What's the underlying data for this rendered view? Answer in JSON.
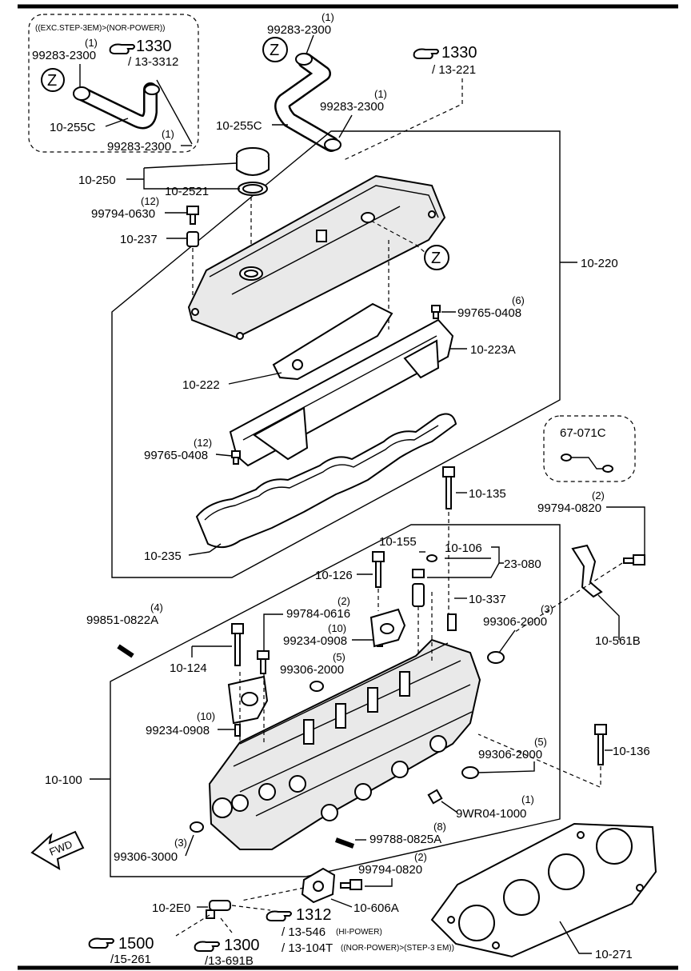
{
  "callouts": {
    "exc_note": "((EXC.STEP-3EM)>(NOR-POWER))",
    "p99283_a_qty": "(1)",
    "p99283_a": "99283-2300",
    "ref1330_a": "1330",
    "ref1330_a_sub": "/ 13-3312",
    "p10255c_a": "10-255C",
    "p99283_b_qty": "(1)",
    "p99283_b": "99283-2300",
    "z_a": "Z",
    "p99283_c_qty": "(1)",
    "p99283_c": "99283-2300",
    "z_b": "Z",
    "ref1330_b": "1330",
    "ref1330_b_sub": "/ 13-221",
    "p99283_d_qty": "(1)",
    "p99283_d": "99283-2300",
    "p10255c_b": "10-255C",
    "p10250": "10-250",
    "p102521": "10-2521",
    "p99794_0630_qty": "(12)",
    "p99794_0630": "99794-0630",
    "p10237": "10-237",
    "z_c": "Z",
    "p10220": "10-220",
    "p99765_a_qty": "(6)",
    "p99765_a": "99765-0408",
    "p10223a": "10-223A",
    "p10222": "10-222",
    "p99765_b_qty": "(12)",
    "p99765_b": "99765-0408",
    "p10235": "10-235",
    "p67071c": "67-071C",
    "p10135": "10-135",
    "p99794_0820_a_qty": "(2)",
    "p99794_0820_a": "99794-0820",
    "p10155": "10-155",
    "p10106": "10-106",
    "p23080": "23-080",
    "p10126": "10-126",
    "p10337": "10-337",
    "p99306_a_qty": "(3)",
    "p99306_a": "99306-2000",
    "p99851_qty": "(4)",
    "p99851": "99851-0822A",
    "p99784_qty": "(2)",
    "p99784": "99784-0616",
    "p99234_a_qty": "(10)",
    "p99234_a": "99234-0908",
    "p10561b": "10-561B",
    "p10124": "10-124",
    "p99306_b_qty": "(5)",
    "p99306_b": "99306-2000",
    "p99234_b_qty": "(10)",
    "p99234_b": "99234-0908",
    "p10136": "10-136",
    "p99306_c_qty": "(5)",
    "p99306_c": "99306-2000",
    "p10100": "10-100",
    "p9wr04_qty": "(1)",
    "p9wr04": "9WR04-1000",
    "p99788_qty": "(8)",
    "p99788": "99788-0825A",
    "p99306_d_qty": "(3)",
    "p99306_d": "99306-3000",
    "p99794_0820_b_qty": "(2)",
    "p99794_0820_b": "99794-0820",
    "fwd": "FWD",
    "p10606a": "10-606A",
    "p102e0": "10-2E0",
    "ref1312": "1312",
    "ref1312_sub1": "/ 13-546",
    "ref1312_sub1_note": "(HI-POWER)",
    "ref1312_sub2": "/ 13-104T",
    "ref1312_sub2_note": "((NOR-POWER)>(STEP-3 EM))",
    "ref1500": "1500",
    "ref1500_sub": "/15-261",
    "ref1300": "1300",
    "ref1300_sub": "/13-691B",
    "p10271": "10-271"
  }
}
